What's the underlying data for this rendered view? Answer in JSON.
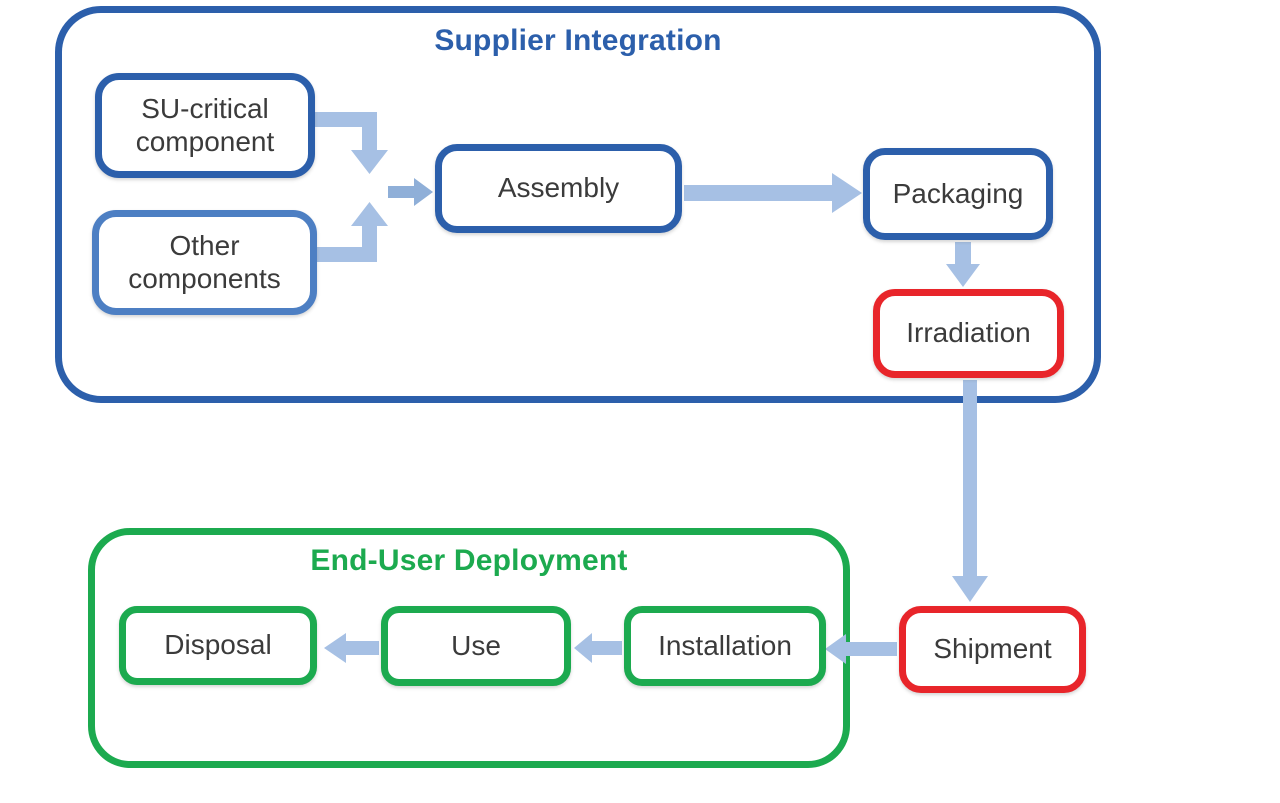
{
  "colors": {
    "dark_blue": "#2c5fab",
    "medium_blue": "#4d7fc3",
    "red": "#e8252a",
    "green": "#1caa4f",
    "arrow_blue": "#a6c0e4",
    "arrow_blue_dark": "#8fafd8",
    "text": "#3b3b3b"
  },
  "supplier_group": {
    "title": "Supplier Integration"
  },
  "enduser_group": {
    "title": "End-User Deployment"
  },
  "nodes": {
    "su_critical": {
      "label": "SU-critical component"
    },
    "other": {
      "label": "Other components"
    },
    "assembly": {
      "label": "Assembly"
    },
    "packaging": {
      "label": "Packaging"
    },
    "irradiation": {
      "label": "Irradiation"
    },
    "shipment": {
      "label": "Shipment"
    },
    "installation": {
      "label": "Installation"
    },
    "use": {
      "label": "Use"
    },
    "disposal": {
      "label": "Disposal"
    }
  },
  "connections": [
    {
      "from": "SU-critical component",
      "to": "Assembly"
    },
    {
      "from": "Other components",
      "to": "Assembly"
    },
    {
      "from": "Assembly",
      "to": "Packaging"
    },
    {
      "from": "Packaging",
      "to": "Irradiation"
    },
    {
      "from": "Irradiation",
      "to": "Shipment"
    },
    {
      "from": "Shipment",
      "to": "Installation"
    },
    {
      "from": "Installation",
      "to": "Use"
    },
    {
      "from": "Use",
      "to": "Disposal"
    }
  ]
}
